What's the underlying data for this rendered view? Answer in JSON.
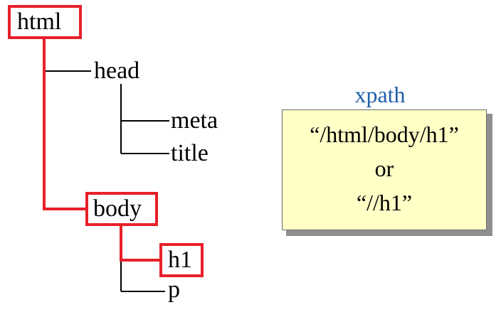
{
  "tree": {
    "nodes": {
      "html": "html",
      "head": "head",
      "meta": "meta",
      "title": "title",
      "body": "body",
      "h1": "h1",
      "p": "p"
    }
  },
  "xpath": {
    "title": "xpath",
    "lines": [
      "“/html/body/h1”",
      "or",
      "“//h1”"
    ]
  },
  "colors": {
    "highlight": "#e8202a",
    "line": "#000000",
    "box_fill": "#ffffc6",
    "title": "#1f5fa8"
  }
}
